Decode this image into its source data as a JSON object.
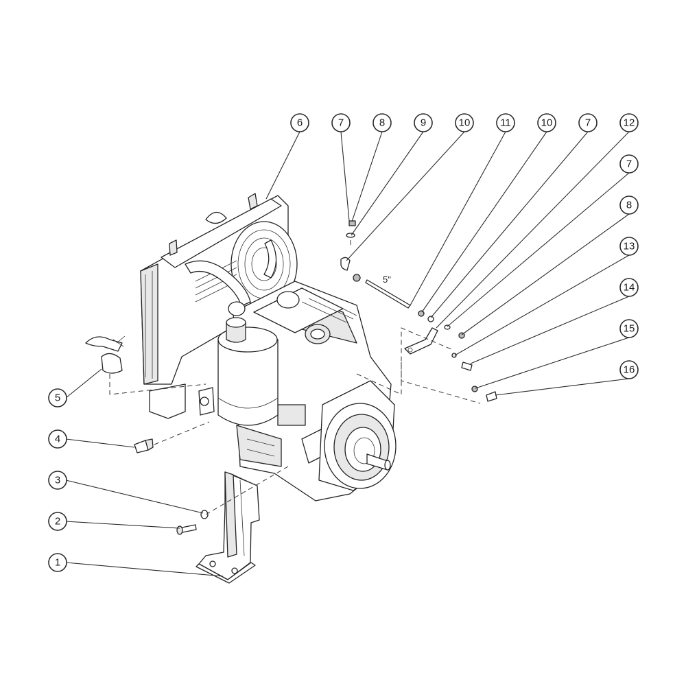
{
  "callouts": [
    {
      "id": "c1",
      "label": "1"
    },
    {
      "id": "c2",
      "label": "2"
    },
    {
      "id": "c3",
      "label": "3"
    },
    {
      "id": "c4",
      "label": "4"
    },
    {
      "id": "c5",
      "label": "5"
    },
    {
      "id": "c6",
      "label": "6"
    },
    {
      "id": "c7a",
      "label": "7"
    },
    {
      "id": "c8a",
      "label": "8"
    },
    {
      "id": "c9",
      "label": "9"
    },
    {
      "id": "c10a",
      "label": "10"
    },
    {
      "id": "c11",
      "label": "11"
    },
    {
      "id": "c10b",
      "label": "10"
    },
    {
      "id": "c7b",
      "label": "7"
    },
    {
      "id": "c12",
      "label": "12"
    },
    {
      "id": "c7c",
      "label": "7"
    },
    {
      "id": "c8b",
      "label": "8"
    },
    {
      "id": "c13",
      "label": "13"
    },
    {
      "id": "c14",
      "label": "14"
    },
    {
      "id": "c15",
      "label": "15"
    },
    {
      "id": "c16",
      "label": "16"
    }
  ],
  "dimension_label": "5\""
}
